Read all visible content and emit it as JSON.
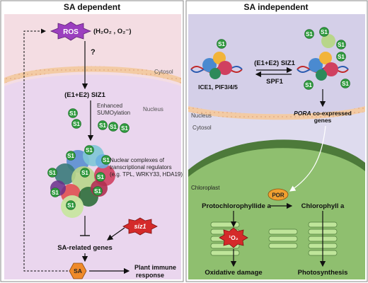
{
  "left_panel": {
    "title": "SA dependent",
    "ros_label": "ROS",
    "ros_species": "(H₂O₂ , O₂⁻)",
    "question_mark": "?",
    "cytosol_label": "Cytosol",
    "nucleus_label": "Nucleus",
    "siz1_label": "(E1+E2) SIZ1",
    "sumoylation_line1": "Enhanced",
    "sumoylation_line2": "SUMOylation",
    "complex_line1": "Nuclear complexes of",
    "complex_line2": "transcriptional regulators",
    "complex_line3": "(e.g. TPL, WRKY33, HDA19)",
    "siz1_mutant": "siz1",
    "sa_genes": "SA-related genes",
    "sa_label": "SA",
    "immune_line1": "Plant immune",
    "immune_line2": "response"
  },
  "right_panel": {
    "title": "SA independent",
    "siz1_label": "(E1+E2) SIZ1",
    "spf1_label": "SPF1",
    "ice1_label": "ICE1, PIF3/4/5",
    "nucleus_label": "Nucleus",
    "pora_italic": "PORA",
    "pora_rest": " co-expressed",
    "pora_line2": "genes",
    "cytosol_label": "Cytosol",
    "chloroplast_label": "Chloroplast",
    "por_label": "POR",
    "protochlorophyllide": "Protochlorophyllide a",
    "chlorophyll": "Chlorophyll a",
    "singlet_oxygen": "¹O₂",
    "oxidative_damage": "Oxidative damage",
    "photosynthesis": "Photosynthesis"
  },
  "s1_label": "S1",
  "colors": {
    "cytosol_left": "#f4dde3",
    "nucleus_left": "#ead6ee",
    "cytosol_right": "#dedbee",
    "nucleus_right": "#d4cfe8",
    "membrane": "#f3cba4",
    "s1_green": "#2f9a3e",
    "ros_purple": "#9b3fbf",
    "chloroplast": "#8fbf6f",
    "por_orange": "#f0a030",
    "sa_orange": "#ef8a2a",
    "star_red": "#d42a2a"
  }
}
